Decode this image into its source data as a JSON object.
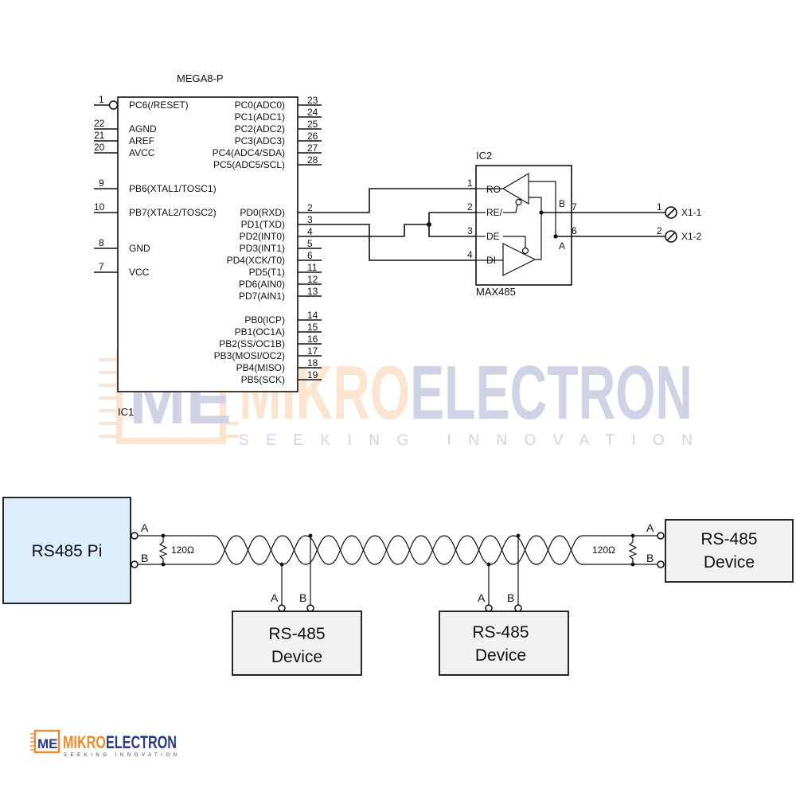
{
  "ic1": {
    "part": "MEGA8-P",
    "ref": "IC1",
    "left_pins": [
      {
        "num": "1",
        "name": "PC6(/RESET)"
      },
      {
        "num": "22",
        "name": "AGND"
      },
      {
        "num": "21",
        "name": "AREF"
      },
      {
        "num": "20",
        "name": "AVCC"
      },
      {
        "num": "9",
        "name": "PB6(XTAL1/TOSC1)"
      },
      {
        "num": "10",
        "name": "PB7(XTAL2/TOSC2)"
      },
      {
        "num": "8",
        "name": "GND"
      },
      {
        "num": "7",
        "name": "VCC"
      }
    ],
    "right_pins": [
      {
        "num": "23",
        "name": "PC0(ADC0)"
      },
      {
        "num": "24",
        "name": "PC1(ADC1)"
      },
      {
        "num": "25",
        "name": "PC2(ADC2)"
      },
      {
        "num": "26",
        "name": "PC3(ADC3)"
      },
      {
        "num": "27",
        "name": "PC4(ADC4/SDA)"
      },
      {
        "num": "28",
        "name": "PC5(ADC5/SCL)"
      },
      {
        "num": "2",
        "name": "PD0(RXD)"
      },
      {
        "num": "3",
        "name": "PD1(TXD)"
      },
      {
        "num": "4",
        "name": "PD2(INT0)"
      },
      {
        "num": "5",
        "name": "PD3(INT1)"
      },
      {
        "num": "6",
        "name": "PD4(XCK/T0)"
      },
      {
        "num": "11",
        "name": "PD5(T1)"
      },
      {
        "num": "12",
        "name": "PD6(AIN0)"
      },
      {
        "num": "13",
        "name": "PD7(AIN1)"
      },
      {
        "num": "14",
        "name": "PB0(ICP)"
      },
      {
        "num": "15",
        "name": "PB1(OC1A)"
      },
      {
        "num": "16",
        "name": "PB2(SS/OC1B)"
      },
      {
        "num": "17",
        "name": "PB3(MOSI/OC2)"
      },
      {
        "num": "18",
        "name": "PB4(MISO)"
      },
      {
        "num": "19",
        "name": "PB5(SCK)"
      }
    ]
  },
  "ic2": {
    "ref": "IC2",
    "part": "MAX485",
    "left_pins": [
      {
        "num": "1",
        "name": "RO"
      },
      {
        "num": "2",
        "name": "RE/"
      },
      {
        "num": "3",
        "name": "DE"
      },
      {
        "num": "4",
        "name": "DI"
      }
    ],
    "bus_labels": {
      "b": "B",
      "a": "A"
    },
    "bus_pins": {
      "b": "7",
      "a": "6"
    }
  },
  "connector": {
    "pin1": "1",
    "pin2": "2",
    "label1": "X1-1",
    "label2": "X1-2"
  },
  "bus": {
    "master": "RS485 Pi",
    "line_a": "A",
    "line_b": "B",
    "terminator": "120Ω",
    "device_line1": "RS-485",
    "device_line2": "Device"
  },
  "watermark": {
    "mark": "ME",
    "brand_part1": "MIKRO",
    "brand_part2": "ELECTRON",
    "tagline": "SEEKING INNOVATION"
  },
  "colors": {
    "line": "#111111",
    "pi_fill": "#ddeeff",
    "device_fill": "#f2f2f2",
    "logo_orange": "#f08a2c",
    "logo_blue": "#2a3a8c"
  }
}
